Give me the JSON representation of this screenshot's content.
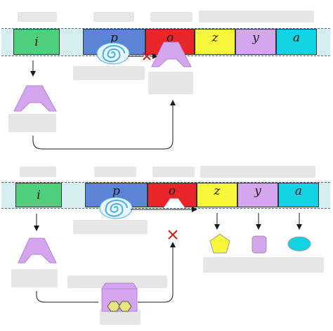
{
  "top_operon": {
    "genes": [
      {
        "key": "i",
        "label": "i",
        "color": "#4fcf7b"
      },
      {
        "key": "p",
        "label": "p",
        "color": "#5b83d6"
      },
      {
        "key": "o",
        "label": "o",
        "color": "#e8262a"
      },
      {
        "key": "z",
        "label": "z",
        "color": "#f7f73c"
      },
      {
        "key": "y",
        "label": "y",
        "color": "#d4a6ee"
      },
      {
        "key": "a",
        "label": "a",
        "color": "#12d3e3"
      }
    ]
  },
  "bottom_operon": {
    "genes": [
      {
        "key": "i",
        "label": "i",
        "color": "#4fcf7b"
      },
      {
        "key": "p",
        "label": "p",
        "color": "#5b83d6"
      },
      {
        "key": "o",
        "label": "o",
        "color": "#e8262a"
      },
      {
        "key": "z",
        "label": "z",
        "color": "#f7f73c"
      },
      {
        "key": "y",
        "label": "y",
        "color": "#d4a6ee"
      },
      {
        "key": "a",
        "label": "a",
        "color": "#12d3e3"
      }
    ]
  },
  "colors": {
    "repressor": "#d4a6ee",
    "rna_polymerase": "#4aaee0",
    "inducer": "#e6e67a",
    "enzyme_z": "#f7f73c",
    "enzyme_y": "#d4a6ee",
    "enzyme_a": "#12d3e3",
    "blocked_mark": "#cc1f1f",
    "arrow": "#1a1a1a",
    "label_placeholder": "#e6e6e6"
  },
  "icons": [
    "repressor-protein-icon",
    "rna-polymerase-icon",
    "blocked-x-icon",
    "inducer-molecule-icon",
    "enzyme-pentagon-icon",
    "enzyme-rounded-rect-icon",
    "enzyme-ellipse-icon"
  ]
}
